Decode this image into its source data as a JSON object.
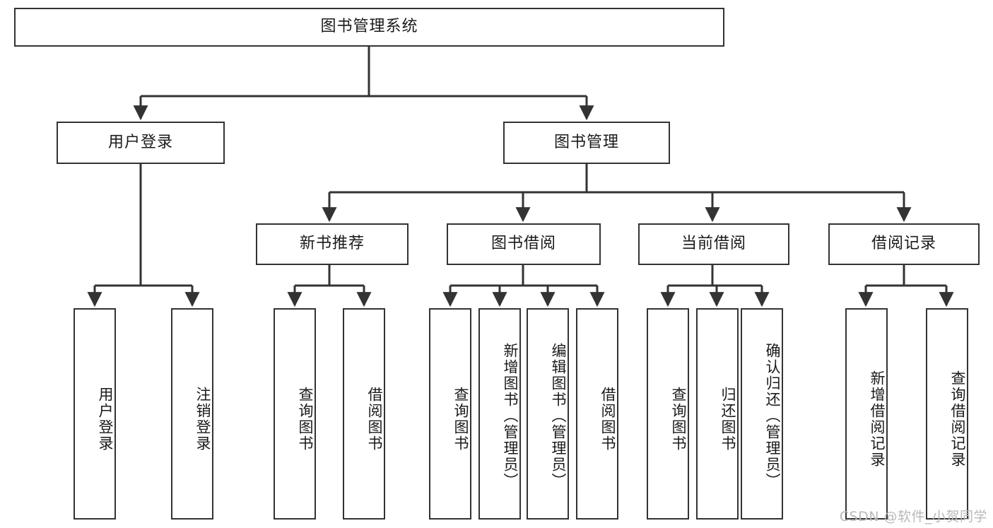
{
  "diagram": {
    "title": "图书管理系统",
    "watermark": "CSDN @软件_小贺同学",
    "line_color": "#333333",
    "box_fill": "#ffffff",
    "root": {
      "id": "root",
      "label": "图书管理系统"
    },
    "level2": [
      {
        "id": "user-login",
        "label": "用户登录"
      },
      {
        "id": "book-manage",
        "label": "图书管理"
      }
    ],
    "level3": [
      {
        "id": "new-book-recommend",
        "label": "新书推荐"
      },
      {
        "id": "book-borrow",
        "label": "图书借阅"
      },
      {
        "id": "current-borrow",
        "label": "当前借阅"
      },
      {
        "id": "borrow-record",
        "label": "借阅记录"
      }
    ],
    "leaves": {
      "user_login": [
        {
          "id": "leaf-user-login",
          "label": "用户登录"
        },
        {
          "id": "leaf-logout-login",
          "label": "注销登录"
        }
      ],
      "new_book_recommend": [
        {
          "id": "leaf-query-book-1",
          "label": "查询图书"
        },
        {
          "id": "leaf-borrow-book-1",
          "label": "借阅图书"
        }
      ],
      "book_borrow": [
        {
          "id": "leaf-query-book-2",
          "label": "查询图书"
        },
        {
          "id": "leaf-add-book",
          "label": "新增图书（管理员）"
        },
        {
          "id": "leaf-edit-book",
          "label": "编辑图书（管理员）"
        },
        {
          "id": "leaf-borrow-book-2",
          "label": "借阅图书"
        }
      ],
      "current_borrow": [
        {
          "id": "leaf-query-book-3",
          "label": "查询图书"
        },
        {
          "id": "leaf-return-book",
          "label": "归还图书"
        },
        {
          "id": "leaf-confirm-return",
          "label": "确认归还（管理员）"
        }
      ],
      "borrow_record": [
        {
          "id": "leaf-add-record",
          "label": "新增借阅记录"
        },
        {
          "id": "leaf-query-record",
          "label": "查询借阅记录"
        }
      ]
    }
  },
  "chart_data": {
    "type": "diagram",
    "title": "图书管理系统",
    "subtype": "tree / hierarchy chart",
    "orientation": "top-down",
    "nodes": [
      {
        "id": "root",
        "label": "图书管理系统",
        "level": 0,
        "parent": null
      },
      {
        "id": "user-login",
        "label": "用户登录",
        "level": 1,
        "parent": "root"
      },
      {
        "id": "book-manage",
        "label": "图书管理",
        "level": 1,
        "parent": "root"
      },
      {
        "id": "leaf-user-login",
        "label": "用户登录",
        "level": 2,
        "parent": "user-login"
      },
      {
        "id": "leaf-logout-login",
        "label": "注销登录",
        "level": 2,
        "parent": "user-login"
      },
      {
        "id": "new-book-recommend",
        "label": "新书推荐",
        "level": 2,
        "parent": "book-manage"
      },
      {
        "id": "book-borrow",
        "label": "图书借阅",
        "level": 2,
        "parent": "book-manage"
      },
      {
        "id": "current-borrow",
        "label": "当前借阅",
        "level": 2,
        "parent": "book-manage"
      },
      {
        "id": "borrow-record",
        "label": "借阅记录",
        "level": 2,
        "parent": "book-manage"
      },
      {
        "id": "leaf-query-book-1",
        "label": "查询图书",
        "level": 3,
        "parent": "new-book-recommend"
      },
      {
        "id": "leaf-borrow-book-1",
        "label": "借阅图书",
        "level": 3,
        "parent": "new-book-recommend"
      },
      {
        "id": "leaf-query-book-2",
        "label": "查询图书",
        "level": 3,
        "parent": "book-borrow"
      },
      {
        "id": "leaf-add-book",
        "label": "新增图书（管理员）",
        "level": 3,
        "parent": "book-borrow"
      },
      {
        "id": "leaf-edit-book",
        "label": "编辑图书（管理员）",
        "level": 3,
        "parent": "book-borrow"
      },
      {
        "id": "leaf-borrow-book-2",
        "label": "借阅图书",
        "level": 3,
        "parent": "book-borrow"
      },
      {
        "id": "leaf-query-book-3",
        "label": "查询图书",
        "level": 3,
        "parent": "current-borrow"
      },
      {
        "id": "leaf-return-book",
        "label": "归还图书",
        "level": 3,
        "parent": "current-borrow"
      },
      {
        "id": "leaf-confirm-return",
        "label": "确认归还（管理员）",
        "level": 3,
        "parent": "current-borrow"
      },
      {
        "id": "leaf-add-record",
        "label": "新增借阅记录",
        "level": 3,
        "parent": "borrow-record"
      },
      {
        "id": "leaf-query-record",
        "label": "查询借阅记录",
        "level": 3,
        "parent": "borrow-record"
      }
    ],
    "edges": [
      {
        "from": "root",
        "to": "user-login"
      },
      {
        "from": "root",
        "to": "book-manage"
      },
      {
        "from": "user-login",
        "to": "leaf-user-login"
      },
      {
        "from": "user-login",
        "to": "leaf-logout-login"
      },
      {
        "from": "book-manage",
        "to": "new-book-recommend"
      },
      {
        "from": "book-manage",
        "to": "book-borrow"
      },
      {
        "from": "book-manage",
        "to": "current-borrow"
      },
      {
        "from": "book-manage",
        "to": "borrow-record"
      },
      {
        "from": "new-book-recommend",
        "to": "leaf-query-book-1"
      },
      {
        "from": "new-book-recommend",
        "to": "leaf-borrow-book-1"
      },
      {
        "from": "book-borrow",
        "to": "leaf-query-book-2"
      },
      {
        "from": "book-borrow",
        "to": "leaf-add-book"
      },
      {
        "from": "book-borrow",
        "to": "leaf-edit-book"
      },
      {
        "from": "book-borrow",
        "to": "leaf-borrow-book-2"
      },
      {
        "from": "current-borrow",
        "to": "leaf-query-book-3"
      },
      {
        "from": "current-borrow",
        "to": "leaf-return-book"
      },
      {
        "from": "current-borrow",
        "to": "leaf-confirm-return"
      },
      {
        "from": "borrow-record",
        "to": "leaf-add-record"
      },
      {
        "from": "borrow-record",
        "to": "leaf-query-record"
      }
    ]
  }
}
